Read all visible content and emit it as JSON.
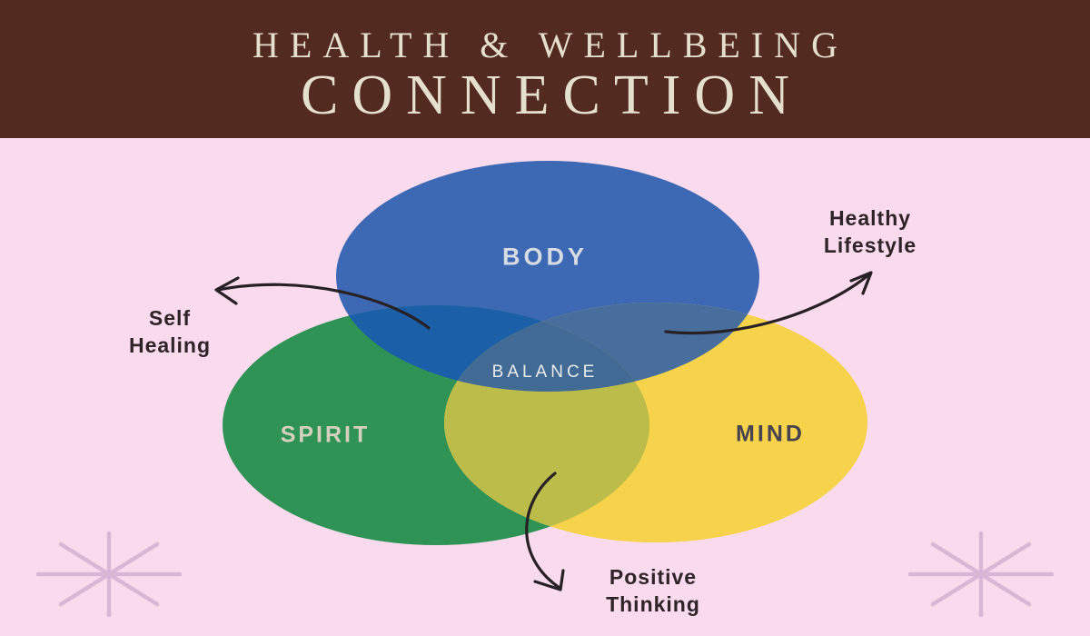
{
  "header": {
    "title_line1": "HEALTH & WELLBEING",
    "title_line2": "CONNECTION",
    "background_color": "#532A1F",
    "text_color": "#E5DFCE"
  },
  "page": {
    "background_color": "#FADBEE"
  },
  "diagram": {
    "center_label": "BALANCE",
    "circles": {
      "body": {
        "label": "BODY",
        "color": "#3D69B4",
        "label_color": "#D7DBE4"
      },
      "spirit": {
        "label": "SPIRIT",
        "color": "#2F9356",
        "label_color": "#D6D0BF"
      },
      "mind": {
        "label": "MIND",
        "color": "#F6D34A",
        "label_color": "#48434F"
      }
    },
    "overlaps": {
      "body_spirit": "#1A5FA7",
      "body_mind": "#476E9D",
      "spirit_mind": "#BCBC4B",
      "center": "#416B95"
    }
  },
  "annotations": {
    "self_healing": {
      "line1": "Self",
      "line2": "Healing"
    },
    "healthy_lifestyle": {
      "line1": "Healthy",
      "line2": "Lifestyle"
    },
    "positive_thinking": {
      "line1": "Positive",
      "line2": "Thinking"
    },
    "text_color": "#2E2327",
    "arrow_color": "#272125"
  },
  "decor": {
    "asterisk_color": "#DAB6D6"
  }
}
